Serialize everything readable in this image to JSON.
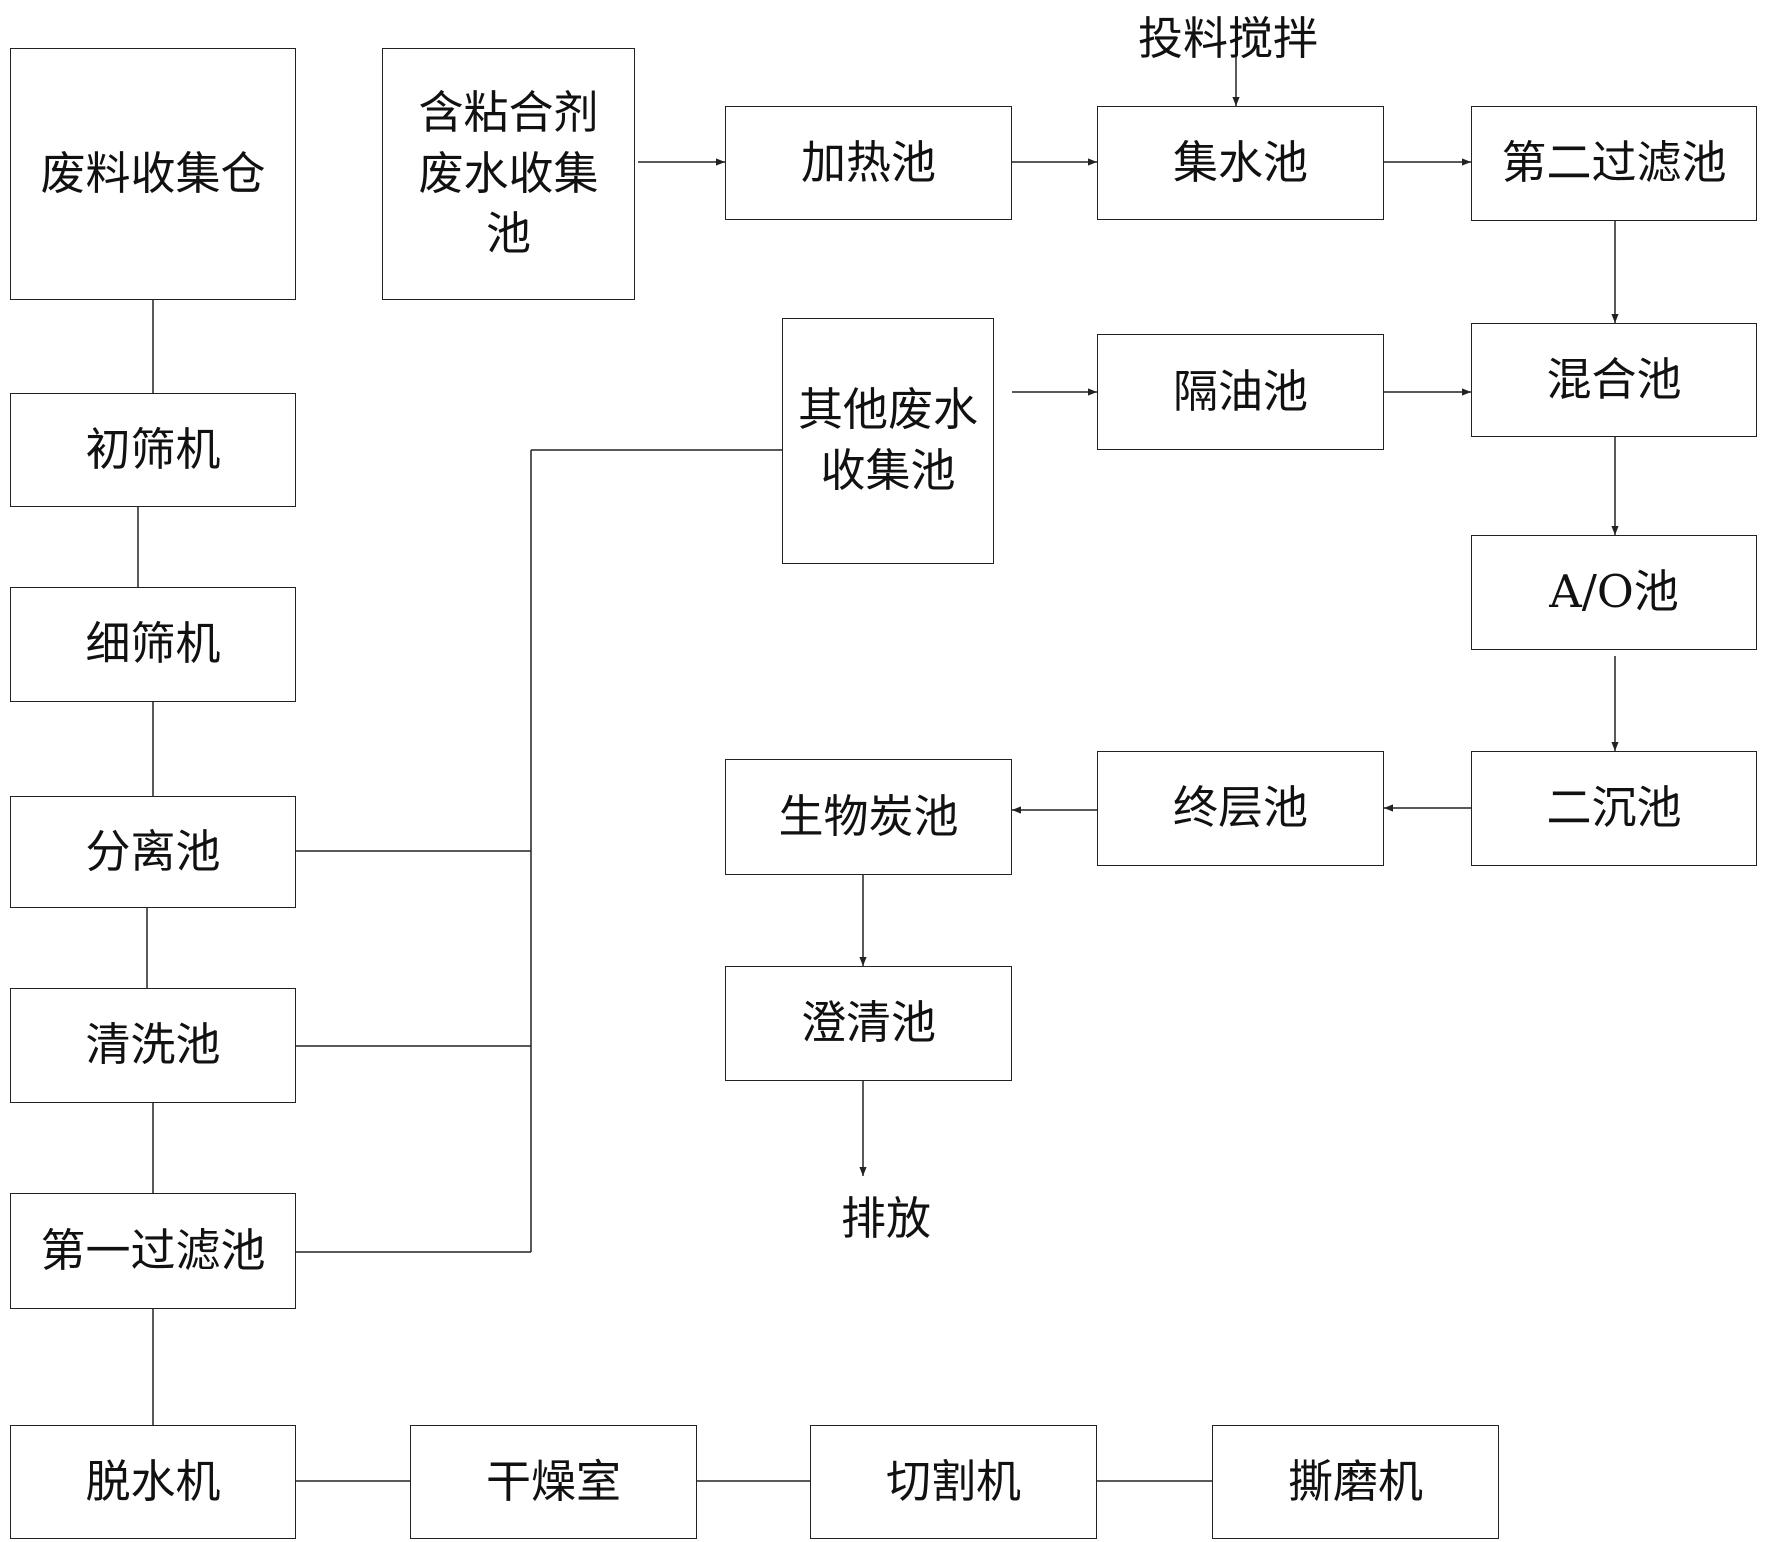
{
  "nodes": {
    "waste_bin": "废料收集仓",
    "primary_screener": "初筛机",
    "fine_screener": "细筛机",
    "separation_tank": "分离池",
    "washing_tank": "清洗池",
    "first_filter": "第一过滤池",
    "dewatering": "脱水机",
    "drying_room": "干燥室",
    "cutting": "切割机",
    "tearing_grinding": "撕磨机",
    "binder_collect_l1": "含粘合剂",
    "binder_collect_l2": "废水收集",
    "binder_collect_l3": "池",
    "heating_tank": "加热池",
    "collection_tank": "集水池",
    "second_filter": "第二过滤池",
    "other_collect_l1": "其他废水",
    "other_collect_l2": "收集池",
    "oil_separator": "隔油池",
    "mixing_tank": "混合池",
    "ao_tank": "A/O池",
    "secondary_settling": "二沉池",
    "final_tank": "终层池",
    "biochar_tank": "生物炭池",
    "clarification_tank": "澄清池"
  },
  "labels": {
    "feed_stir": "投料搅拌",
    "discharge": "排放"
  }
}
